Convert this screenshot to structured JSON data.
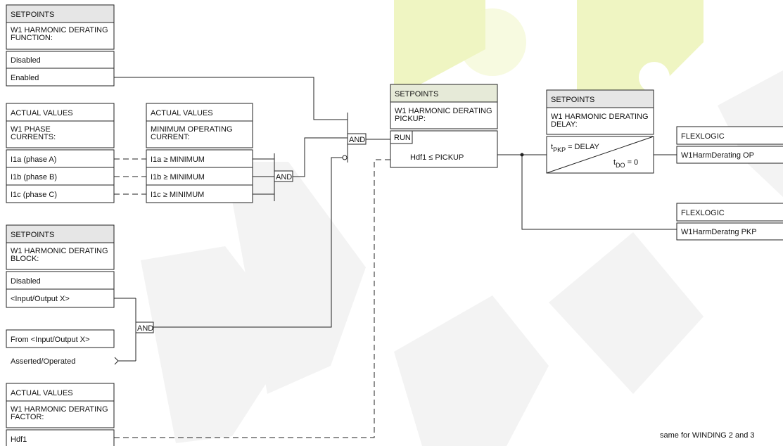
{
  "blocks": {
    "w1_function": {
      "header": "SETPOINTS",
      "title": "W1  HARMONIC  DERATING\nFUNCTION:",
      "options": [
        "Disabled",
        "Enabled"
      ]
    },
    "w1_phase_currents": {
      "header": "ACTUAL  VALUES",
      "title": "W1  PHASE\nCURRENTS:",
      "rows": [
        "I1a  (phase  A)",
        "I1b  (phase  B)",
        "I1c  (phase  C)"
      ]
    },
    "min_operating": {
      "header": "ACTUAL  VALUES",
      "title": "MINIMUM  OPERATING\nCURRENT:",
      "rows": [
        "I1a  ≥  MINIMUM",
        "I1b  ≥  MINIMUM",
        "I1c  ≥  MINIMUM"
      ]
    },
    "w1_block": {
      "header": "SETPOINTS",
      "title": "W1  HARMONIC  DERATING\nBLOCK:",
      "options": [
        "Disabled",
        "<Input/Output  X>"
      ]
    },
    "from_io": {
      "label": "From  <Input/Output  X>",
      "asserted": "Asserted/Operated"
    },
    "w1_factor": {
      "header": "ACTUAL  VALUES",
      "title": "W1  HARMONIC  DERATING\nFACTOR:",
      "value": "Hdf1"
    },
    "pickup": {
      "header": "SETPOINTS",
      "title": "W1  HARMONIC  DERATING\nPICKUP:",
      "run": "RUN",
      "condition": "Hdf1  ≤  PICKUP"
    },
    "delay": {
      "header": "SETPOINTS",
      "title": "W1  HARMONIC  DERATING\nDELAY:",
      "tpkp_main": "t",
      "tpkp_sub": "PKP",
      "tpkp_rest": "=  DELAY",
      "tdo_main": "t",
      "tdo_sub": "DO",
      "tdo_rest": "=  0"
    },
    "flex_op": {
      "header": "FLEXLOGIC",
      "operand": "W1HarmDerating  OP"
    },
    "flex_pkp": {
      "header": "FLEXLOGIC",
      "operand": "W1HarmDeratng  PKP"
    }
  },
  "gates": {
    "and_phase": "AND",
    "and_main": "AND",
    "and_block": "AND"
  },
  "footnote": "same  for  WINDING  2  and  3"
}
